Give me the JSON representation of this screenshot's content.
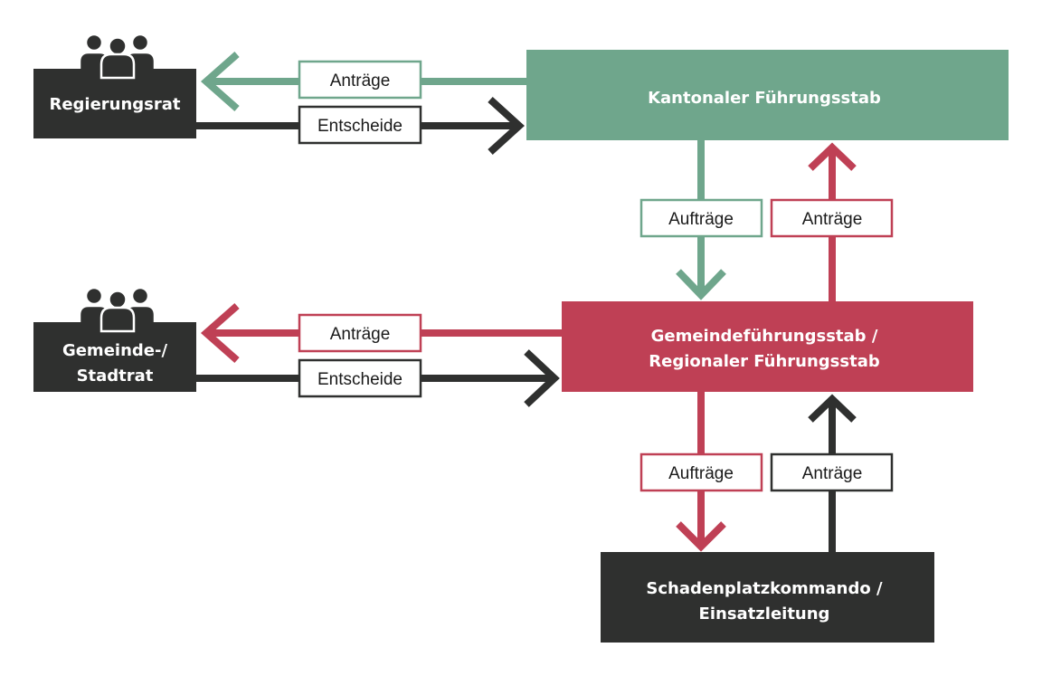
{
  "colors": {
    "green": "#6fa68c",
    "red": "#bf4055",
    "dark": "#2f302f",
    "white": "#ffffff"
  },
  "nodes": {
    "regierungsrat": {
      "lines": [
        "Regierungsrat"
      ],
      "icon": "people-group-icon"
    },
    "kantonaler": {
      "lines": [
        "Kantonaler Führungsstab"
      ]
    },
    "stadtrat": {
      "lines": [
        "Gemeinde-/",
        "Stadtrat"
      ],
      "icon": "people-group-icon"
    },
    "gemeinde": {
      "lines": [
        "Gemeindeführungsstab /",
        "Regionaler Führungsstab"
      ]
    },
    "schaden": {
      "lines": [
        "Schadenplatzkommando /",
        "Einsatzleitung"
      ]
    }
  },
  "edges": {
    "kantonal_to_regierung": {
      "label": "Anträge",
      "from": "kantonaler",
      "to": "regierungsrat"
    },
    "regierung_to_kantonal": {
      "label": "Entscheide",
      "from": "regierungsrat",
      "to": "kantonaler"
    },
    "kantonal_to_gemeinde": {
      "label": "Aufträge",
      "from": "kantonaler",
      "to": "gemeinde"
    },
    "gemeinde_to_kantonal": {
      "label": "Anträge",
      "from": "gemeinde",
      "to": "kantonaler"
    },
    "gemeinde_to_stadtrat": {
      "label": "Anträge",
      "from": "gemeinde",
      "to": "stadtrat"
    },
    "stadtrat_to_gemeinde": {
      "label": "Entscheide",
      "from": "stadtrat",
      "to": "gemeinde"
    },
    "gemeinde_to_schaden": {
      "label": "Aufträge",
      "from": "gemeinde",
      "to": "schaden"
    },
    "schaden_to_gemeinde": {
      "label": "Anträge",
      "from": "schaden",
      "to": "gemeinde"
    }
  }
}
